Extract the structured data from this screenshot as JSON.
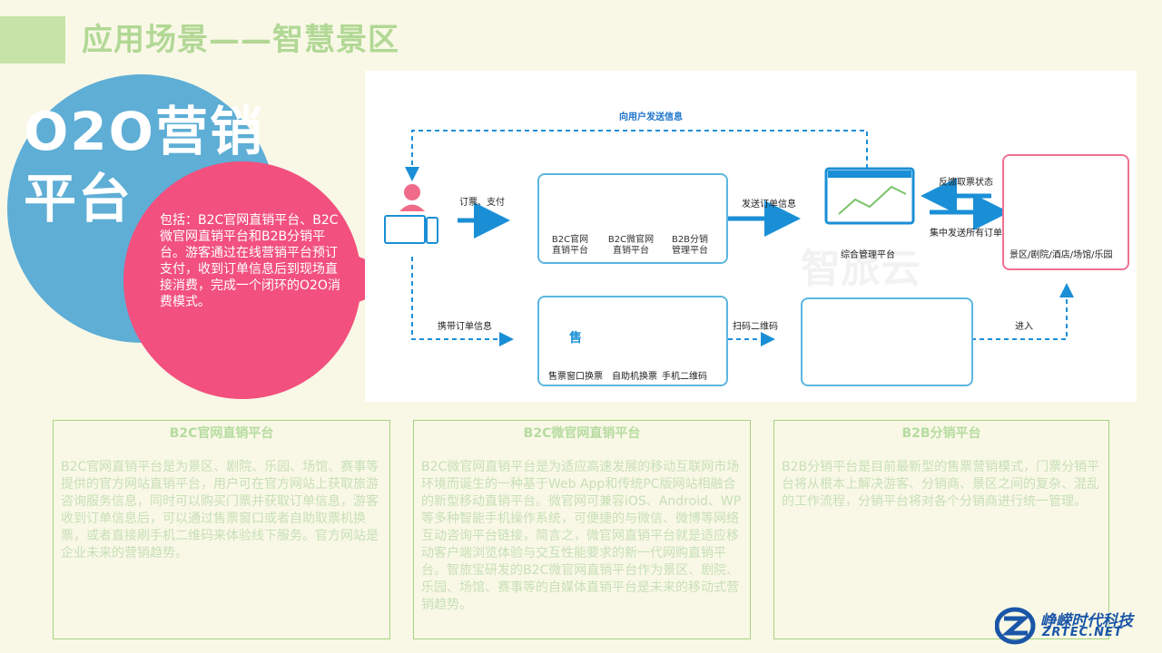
{
  "header": {
    "title": "应用场景——智慧景区"
  },
  "hero": {
    "title_line1": "O2O营销",
    "title_line2": "平台",
    "description": "包括：B2C官网直销平台、B2C微官网直销平台和B2B分销平台。游客通过在线营销平台预订支付，收到订单信息后到现场直接消费，完成一个闭环的O2O消费模式。"
  },
  "diagram": {
    "top_arrow_label": "向用户发送信息",
    "label_order_pay": "订票、支付",
    "label_send_order": "发送订单信息",
    "label_feedback": "反馈取票状态",
    "label_send_all": "集中发送所有订单",
    "label_carry_order": "携带订单信息",
    "label_scan": "扫码二维码",
    "label_enter": "进入",
    "platforms": [
      {
        "label_line1": "B2C官网",
        "label_line2": "直销平台"
      },
      {
        "label_line1": "B2C微官网",
        "label_line2": "直销平台"
      },
      {
        "label_line1": "B2B分销",
        "label_line2": "管理平台"
      }
    ],
    "mgmt_label": "综合管理平台",
    "venue_label": "景区/剧院/酒店/场馆/乐园",
    "ticket_window_glyph": "售",
    "exchange_methods": [
      "售票窗口换票",
      "自助机换票",
      "手机二维码"
    ],
    "watermark": "智旅云"
  },
  "panels": [
    {
      "title": "B2C官网直销平台",
      "body": "B2C官网直销平台是为景区、剧院、乐园、场馆、赛事等提供的官方网站直销平台，用户可在官方网站上获取旅游咨询服务信息，同时可以购买门票并获取订单信息，游客收到订单信息后，可以通过售票窗口或者自助取票机换票，或者直接刷手机二维码来体验线下服务。官方网站是企业未来的营销趋势。"
    },
    {
      "title": "B2C微官网直销平台",
      "body": "B2C微官网直销平台是为适应高速发展的移动互联网市场环境而诞生的一种基于Web App和传统PC版网站相融合的新型移动直销平台。微官网可兼容iOS、Android、WP等多种智能手机操作系统，可便捷的与微信、微博等网络互动咨询平台链接，简言之，微官网直销平台就是适应移动客户端浏览体验与交互性能要求的新一代网购直销平台。智旅宝研发的B2C微官网直销平台作为景区、剧院、乐园、场馆、赛事等的自媒体直销平台是未来的移动式营销趋势。"
    },
    {
      "title": "B2B分销平台",
      "body": "B2B分销平台是目前最新型的售票营销模式，门票分销平台将从根本上解决游客、分销商、景区之间的复杂、混乱的工作流程，分销平台将对各个分销商进行统一管理。"
    }
  ],
  "logo": {
    "cn": "峥嵘时代科技",
    "en": "ZRTEC.NET"
  },
  "colors": {
    "accent_green": "#b2d895",
    "blue_circle": "#5eaed6",
    "pink_circle": "#f2507f",
    "diagram_blue": "#1a8fd6"
  }
}
